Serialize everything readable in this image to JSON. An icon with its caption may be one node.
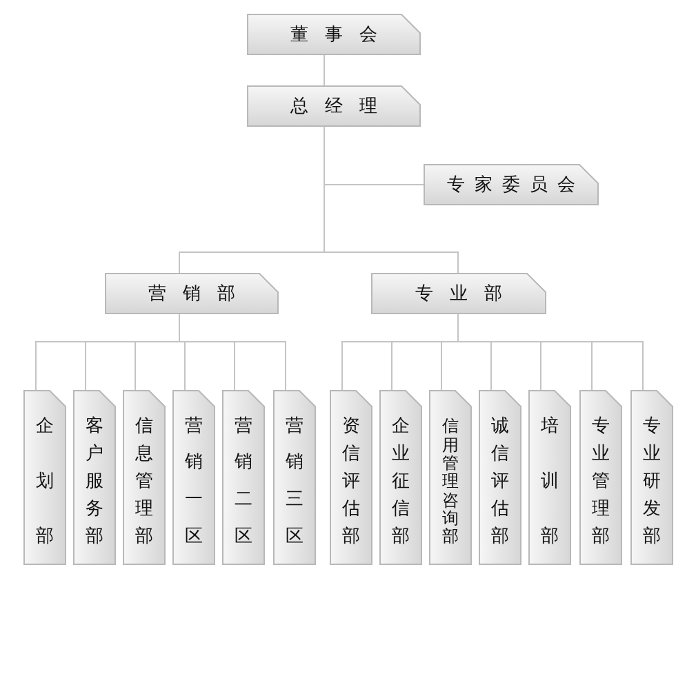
{
  "diagram": {
    "nodes": [
      {
        "text": [
          "董事会"
        ]
      },
      {
        "text": [
          "总经理"
        ]
      },
      {
        "text": [
          "专家委员会"
        ]
      },
      {
        "text": [
          "营销部"
        ]
      },
      {
        "text": [
          "专业部"
        ]
      },
      {
        "text": [
          "企划部"
        ]
      },
      {
        "text": [
          "客户服务部"
        ]
      },
      {
        "text": [
          "信息管理部"
        ]
      },
      {
        "text": [
          "营销一区"
        ]
      },
      {
        "text": [
          "营销二区"
        ]
      },
      {
        "text": [
          "营销三区"
        ]
      },
      {
        "text": [
          "资信评估部"
        ]
      },
      {
        "text": [
          "企业征信部"
        ]
      },
      {
        "text": [
          "信用管理咨询部"
        ]
      },
      {
        "text": [
          "诚信评估部"
        ]
      },
      {
        "text": [
          "培训部"
        ]
      },
      {
        "text": [
          "专业管理部"
        ]
      },
      {
        "text": [
          "专业研发部"
        ]
      }
    ],
    "edges": [
      {
        "from": 0,
        "to": 1,
        "arrow": "none"
      },
      {
        "from": 1,
        "to": 2,
        "arrow": "none"
      },
      {
        "from": 1,
        "to": 3,
        "arrow": "none"
      },
      {
        "from": 1,
        "to": 4,
        "arrow": "none"
      },
      {
        "from": 3,
        "to": 5,
        "arrow": "none"
      },
      {
        "from": 3,
        "to": 6,
        "arrow": "none"
      },
      {
        "from": 3,
        "to": 7,
        "arrow": "none"
      },
      {
        "from": 3,
        "to": 8,
        "arrow": "none"
      },
      {
        "from": 3,
        "to": 9,
        "arrow": "none"
      },
      {
        "from": 3,
        "to": 10,
        "arrow": "none"
      },
      {
        "from": 4,
        "to": 11,
        "arrow": "none"
      },
      {
        "from": 4,
        "to": 12,
        "arrow": "none"
      },
      {
        "from": 4,
        "to": 13,
        "arrow": "none"
      },
      {
        "from": 4,
        "to": 14,
        "arrow": "none"
      },
      {
        "from": 4,
        "to": 15,
        "arrow": "none"
      },
      {
        "from": 4,
        "to": 16,
        "arrow": "none"
      },
      {
        "from": 4,
        "to": 17,
        "arrow": "none"
      }
    ]
  }
}
